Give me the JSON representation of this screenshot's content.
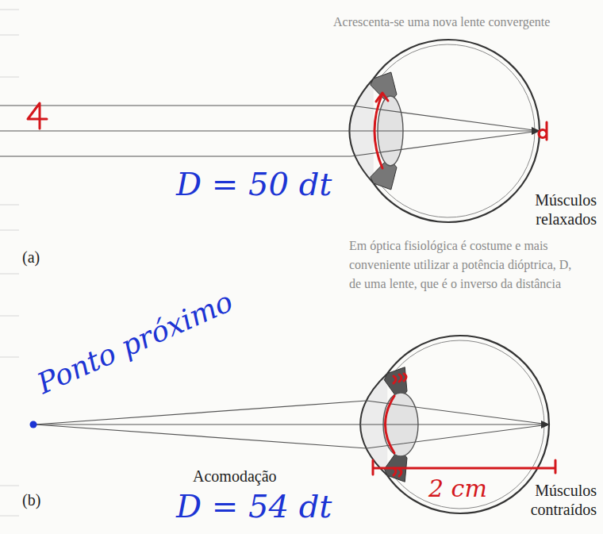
{
  "diagram": {
    "labels": [
      "Acrescenta-se uma nova lente convergente",
      "D = 50 dt",
      "Músculos relaxados",
      "(a)",
      "Em óptica fisiológica é costume e mais",
      "conveniente utilizar a potência dióptrica, D,",
      "de uma lente, que é o inverso da distância",
      "Ponto próximo",
      "Acomodação",
      "2 cm",
      "(b)",
      "D = 54 dt",
      "Músculos contraídos"
    ]
  }
}
